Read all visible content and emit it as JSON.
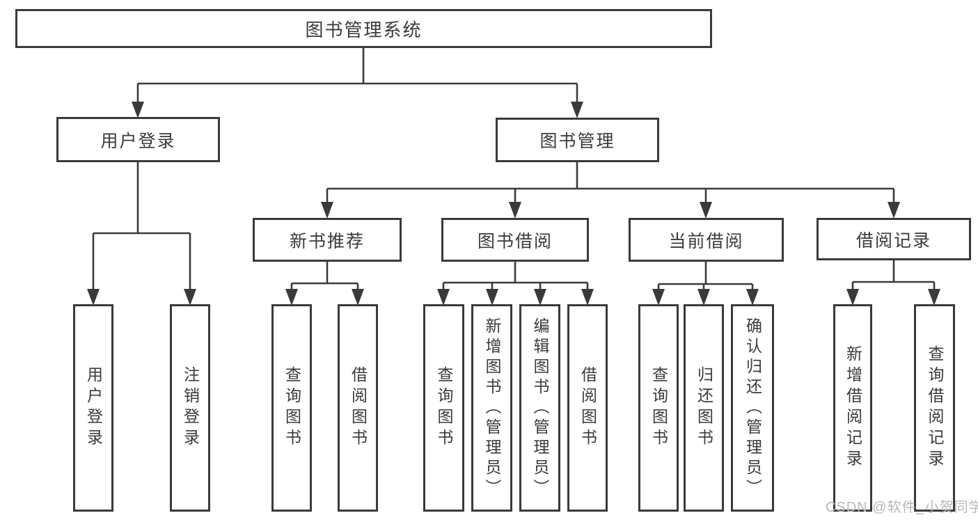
{
  "tree": {
    "label": "图书管理系统",
    "children": [
      {
        "label": "用户登录",
        "children": [
          {
            "label": "用户登录"
          },
          {
            "label": "注销登录"
          }
        ]
      },
      {
        "label": "图书管理",
        "children": [
          {
            "label": "新书推荐",
            "children": [
              {
                "label": "查询图书"
              },
              {
                "label": "借阅图书"
              }
            ]
          },
          {
            "label": "图书借阅",
            "children": [
              {
                "label": "查询图书"
              },
              {
                "label": "新增图书（管理员）"
              },
              {
                "label": "编辑图书（管理员）"
              },
              {
                "label": "借阅图书"
              }
            ]
          },
          {
            "label": "当前借阅",
            "children": [
              {
                "label": "查询图书"
              },
              {
                "label": "归还图书"
              },
              {
                "label": "确认归还（管理员）"
              }
            ]
          },
          {
            "label": "借阅记录",
            "children": [
              {
                "label": "新增借阅记录"
              },
              {
                "label": "查询借阅记录"
              }
            ]
          }
        ]
      }
    ]
  },
  "watermark": "CSDN @软件_小贺同学",
  "colors": {
    "line": "#3a3a3a",
    "text": "#3a3a3a",
    "background": "#ffffff",
    "watermark": "#b8b8b8"
  }
}
